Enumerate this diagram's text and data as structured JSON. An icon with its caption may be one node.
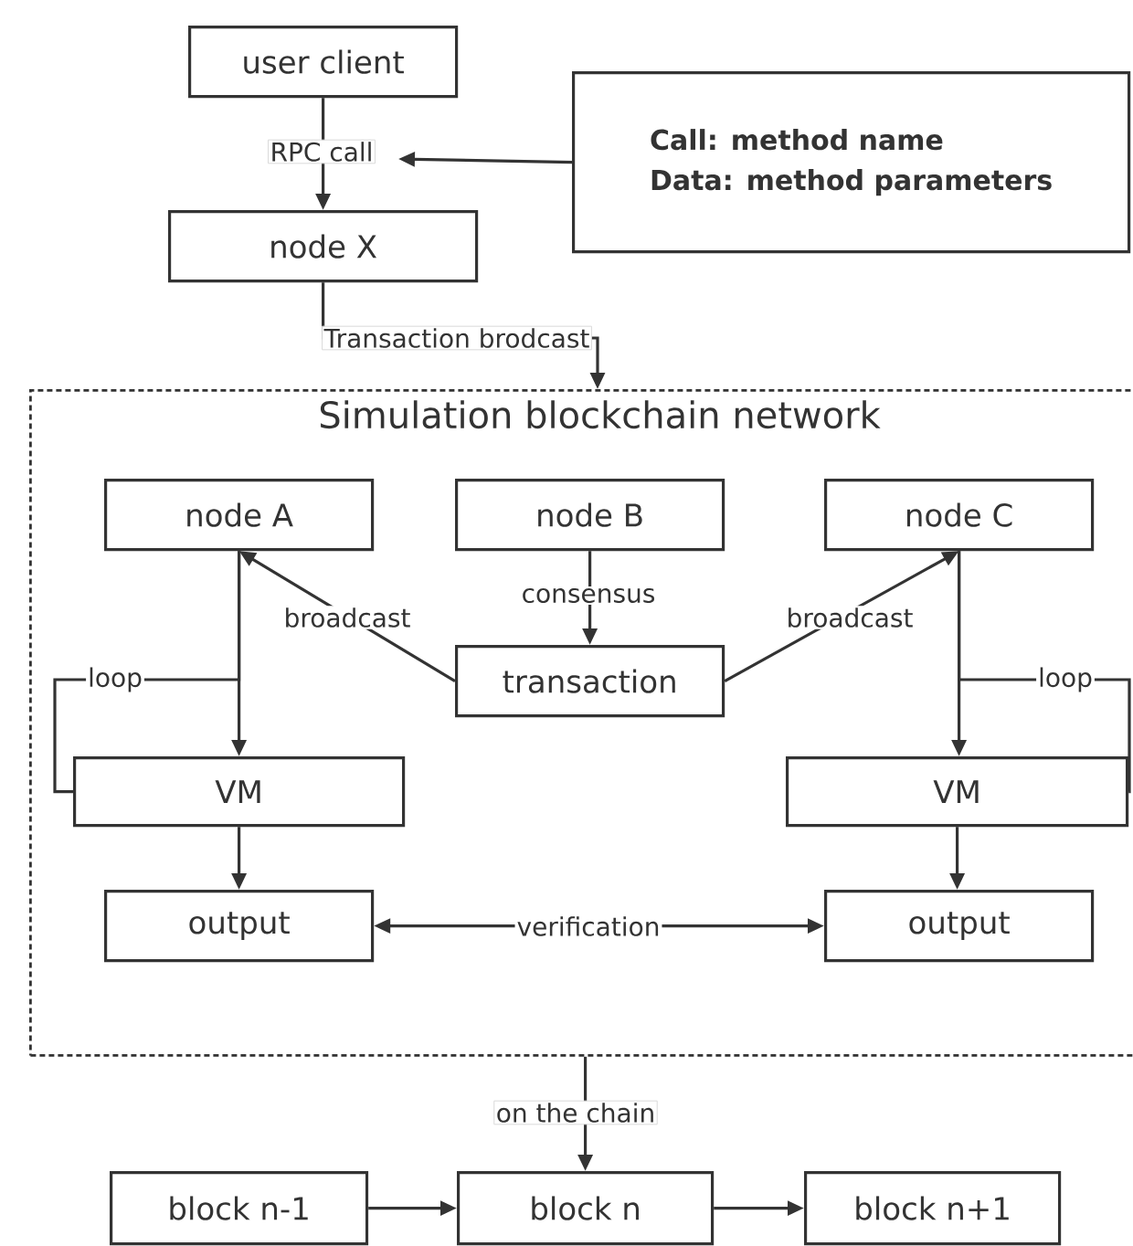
{
  "diagram": {
    "nodes": [
      {
        "text": [
          "user client"
        ]
      },
      {
        "text": [
          "Call: method name",
          "Data: method parameters"
        ]
      },
      {
        "text": [
          "node X"
        ]
      },
      {
        "text": [
          "Simulation blockchain network"
        ]
      },
      {
        "text": [
          "node A"
        ],
        "in": 3
      },
      {
        "text": [
          "node B"
        ],
        "in": 3
      },
      {
        "text": [
          "node C"
        ],
        "in": 3
      },
      {
        "text": [
          "transaction"
        ],
        "in": 3
      },
      {
        "text": [
          "VM"
        ],
        "in": 3
      },
      {
        "text": [
          "VM"
        ],
        "in": 3
      },
      {
        "text": [
          "output"
        ],
        "in": 3
      },
      {
        "text": [
          "output"
        ],
        "in": 3
      },
      {
        "text": [
          "block n-1"
        ]
      },
      {
        "text": [
          "block n"
        ]
      },
      {
        "text": [
          "block n+1"
        ]
      }
    ],
    "edges": [
      {
        "from": 0,
        "to": 2,
        "arrow": "to",
        "label": "RPC call"
      },
      {
        "from": 1,
        "to": null,
        "arrow": "to"
      },
      {
        "from": 2,
        "to": 3,
        "arrow": "to",
        "label": "Transaction brodcast"
      },
      {
        "from": 5,
        "to": 7,
        "arrow": "to",
        "label": "consensus"
      },
      {
        "from": 7,
        "to": 4,
        "arrow": "to",
        "label": "broadcast"
      },
      {
        "from": 7,
        "to": 6,
        "arrow": "to",
        "label": "broadcast"
      },
      {
        "from": 4,
        "to": 8,
        "arrow": "to"
      },
      {
        "from": 6,
        "to": 9,
        "arrow": "to"
      },
      {
        "from": 4,
        "to": 8,
        "arrow": "none",
        "label": "loop"
      },
      {
        "from": 6,
        "to": 9,
        "arrow": "none",
        "label": "loop"
      },
      {
        "from": 8,
        "to": 10,
        "arrow": "to"
      },
      {
        "from": 9,
        "to": 11,
        "arrow": "to"
      },
      {
        "from": 10,
        "to": 11,
        "arrow": "both",
        "label": "verification"
      },
      {
        "from": 3,
        "to": 13,
        "arrow": "to",
        "label": "on the chain"
      },
      {
        "from": 12,
        "to": 13,
        "arrow": "to"
      },
      {
        "from": 13,
        "to": 14,
        "arrow": "to"
      }
    ]
  }
}
